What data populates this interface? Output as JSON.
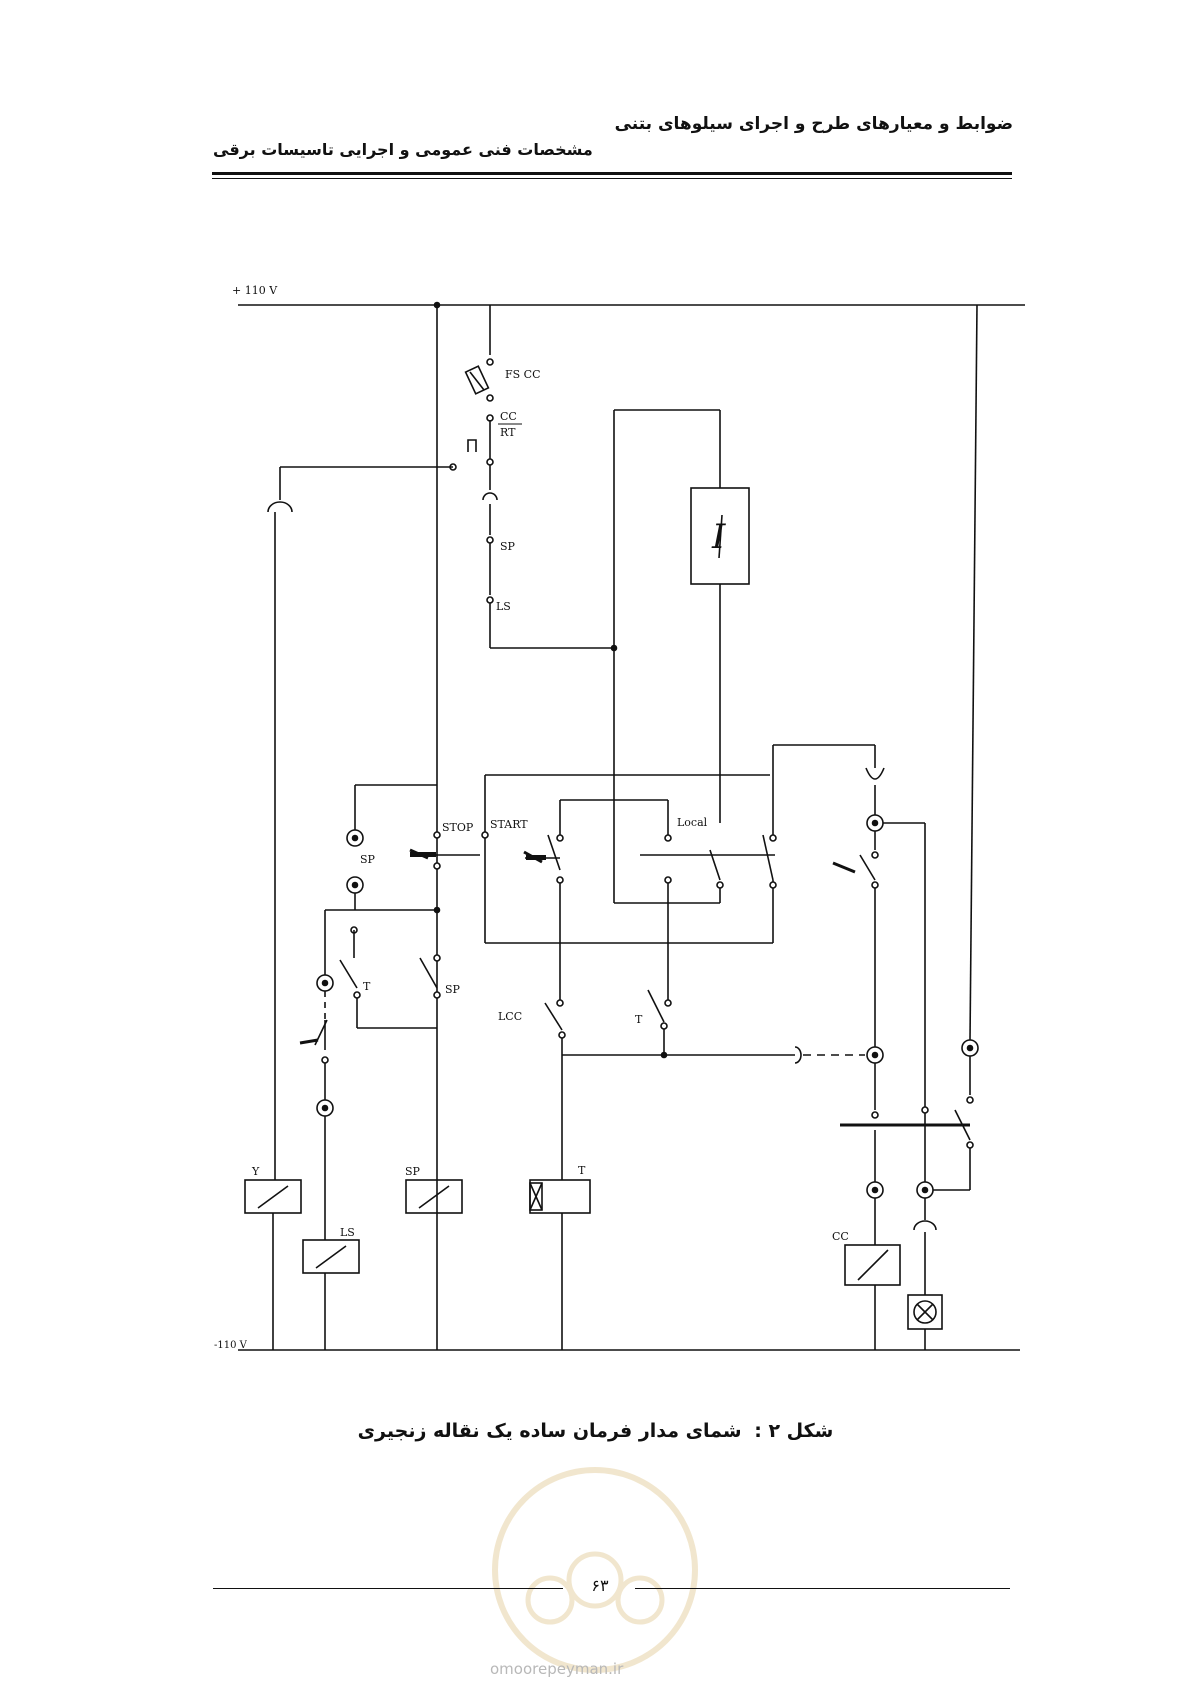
{
  "header": {
    "right_title": "ضوابط و معیارهای طرح و اجرای سیلوهای بتنی",
    "left_title": "مشخصات فنی عمومی و اجرایی تاسیسات برقی"
  },
  "diagram": {
    "rail_top": "+ 110 V",
    "rail_bottom": "-110 V",
    "labels": {
      "fs_cc": "FS CC",
      "cc_top": "CC",
      "rt": "RT",
      "sp_series": "SP",
      "ls_series": "LS",
      "box_i": "I",
      "stop": "STOP",
      "start": "START",
      "local": "Local",
      "sp_lamp": "SP",
      "t_contact": "T",
      "sp_contact": "SP",
      "lcc": "LCC",
      "t_contact2": "T",
      "coil_y": "Y",
      "coil_ls": "LS",
      "coil_sp": "SP",
      "coil_t": "T",
      "coil_cc": "CC"
    }
  },
  "caption": {
    "number": "شکل ۲ :",
    "text": "شمای مدار فرمان ساده یک نقاله زنجیری"
  },
  "footer": {
    "page_number": "۶۳",
    "watermark_url": "omoorepeyman.ir"
  }
}
